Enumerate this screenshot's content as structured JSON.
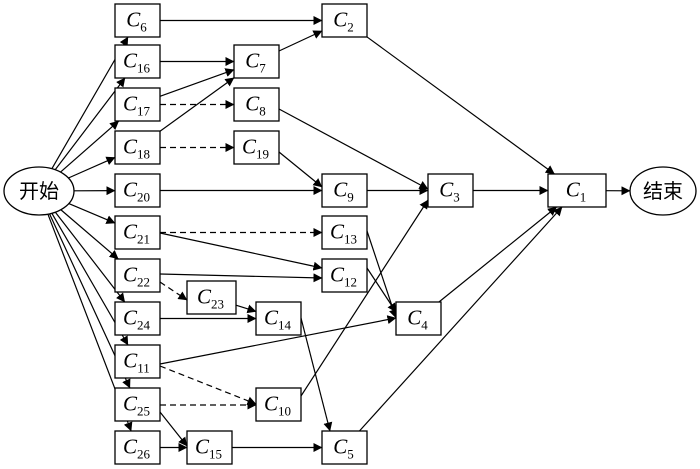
{
  "start": {
    "id": "start",
    "label": "开始"
  },
  "end": {
    "id": "end",
    "label": "结束"
  },
  "nodes": [
    {
      "id": "C6",
      "base": "C",
      "sub": "6"
    },
    {
      "id": "C16",
      "base": "C",
      "sub": "16"
    },
    {
      "id": "C17",
      "base": "C",
      "sub": "17"
    },
    {
      "id": "C18",
      "base": "C",
      "sub": "18"
    },
    {
      "id": "C20",
      "base": "C",
      "sub": "20"
    },
    {
      "id": "C21",
      "base": "C",
      "sub": "21"
    },
    {
      "id": "C22",
      "base": "C",
      "sub": "22"
    },
    {
      "id": "C24",
      "base": "C",
      "sub": "24"
    },
    {
      "id": "C11",
      "base": "C",
      "sub": "11"
    },
    {
      "id": "C25",
      "base": "C",
      "sub": "25"
    },
    {
      "id": "C26",
      "base": "C",
      "sub": "26"
    },
    {
      "id": "C7",
      "base": "C",
      "sub": "7"
    },
    {
      "id": "C8",
      "base": "C",
      "sub": "8"
    },
    {
      "id": "C19",
      "base": "C",
      "sub": "19"
    },
    {
      "id": "C23",
      "base": "C",
      "sub": "23"
    },
    {
      "id": "C14",
      "base": "C",
      "sub": "14"
    },
    {
      "id": "C10",
      "base": "C",
      "sub": "10"
    },
    {
      "id": "C15",
      "base": "C",
      "sub": "15"
    },
    {
      "id": "C2",
      "base": "C",
      "sub": "2"
    },
    {
      "id": "C9",
      "base": "C",
      "sub": "9"
    },
    {
      "id": "C13",
      "base": "C",
      "sub": "13"
    },
    {
      "id": "C12",
      "base": "C",
      "sub": "12"
    },
    {
      "id": "C4",
      "base": "C",
      "sub": "4"
    },
    {
      "id": "C5",
      "base": "C",
      "sub": "5"
    },
    {
      "id": "C3",
      "base": "C",
      "sub": "3"
    },
    {
      "id": "C1",
      "base": "C",
      "sub": "1"
    }
  ],
  "edges": [
    {
      "from": "start",
      "to": "C6",
      "style": "solid"
    },
    {
      "from": "start",
      "to": "C16",
      "style": "solid"
    },
    {
      "from": "start",
      "to": "C17",
      "style": "solid"
    },
    {
      "from": "start",
      "to": "C18",
      "style": "solid"
    },
    {
      "from": "start",
      "to": "C20",
      "style": "solid"
    },
    {
      "from": "start",
      "to": "C21",
      "style": "solid"
    },
    {
      "from": "start",
      "to": "C22",
      "style": "solid"
    },
    {
      "from": "start",
      "to": "C24",
      "style": "solid"
    },
    {
      "from": "start",
      "to": "C11",
      "style": "solid"
    },
    {
      "from": "start",
      "to": "C25",
      "style": "solid"
    },
    {
      "from": "start",
      "to": "C26",
      "style": "solid"
    },
    {
      "from": "C6",
      "to": "C2",
      "style": "solid"
    },
    {
      "from": "C16",
      "to": "C7",
      "style": "solid"
    },
    {
      "from": "C17",
      "to": "C7",
      "style": "solid"
    },
    {
      "from": "C18",
      "to": "C7",
      "style": "solid"
    },
    {
      "from": "C17",
      "to": "C8",
      "style": "dashed"
    },
    {
      "from": "C18",
      "to": "C19",
      "style": "dashed"
    },
    {
      "from": "C7",
      "to": "C2",
      "style": "solid"
    },
    {
      "from": "C2",
      "to": "C1",
      "style": "solid"
    },
    {
      "from": "C8",
      "to": "C3",
      "style": "solid"
    },
    {
      "from": "C19",
      "to": "C9",
      "style": "solid"
    },
    {
      "from": "C20",
      "to": "C9",
      "style": "solid"
    },
    {
      "from": "C9",
      "to": "C3",
      "style": "solid"
    },
    {
      "from": "C3",
      "to": "C1",
      "style": "solid"
    },
    {
      "from": "C21",
      "to": "C13",
      "style": "dashed"
    },
    {
      "from": "C21",
      "to": "C12",
      "style": "solid"
    },
    {
      "from": "C13",
      "to": "C4",
      "style": "solid"
    },
    {
      "from": "C12",
      "to": "C4",
      "style": "solid"
    },
    {
      "from": "C4",
      "to": "C1",
      "style": "solid"
    },
    {
      "from": "C22",
      "to": "C12",
      "style": "solid"
    },
    {
      "from": "C22",
      "to": "C23",
      "style": "dashed"
    },
    {
      "from": "C23",
      "to": "C14",
      "style": "solid"
    },
    {
      "from": "C24",
      "to": "C14",
      "style": "solid"
    },
    {
      "from": "C14",
      "to": "C5",
      "style": "solid"
    },
    {
      "from": "C11",
      "to": "C4",
      "style": "solid"
    },
    {
      "from": "C11",
      "to": "C10",
      "style": "dashed"
    },
    {
      "from": "C25",
      "to": "C10",
      "style": "dashed"
    },
    {
      "from": "C10",
      "to": "C3",
      "style": "solid"
    },
    {
      "from": "C25",
      "to": "C15",
      "style": "solid"
    },
    {
      "from": "C26",
      "to": "C15",
      "style": "solid"
    },
    {
      "from": "C15",
      "to": "C5",
      "style": "solid"
    },
    {
      "from": "C5",
      "to": "C1",
      "style": "solid"
    },
    {
      "from": "C1",
      "to": "end",
      "style": "solid"
    }
  ]
}
